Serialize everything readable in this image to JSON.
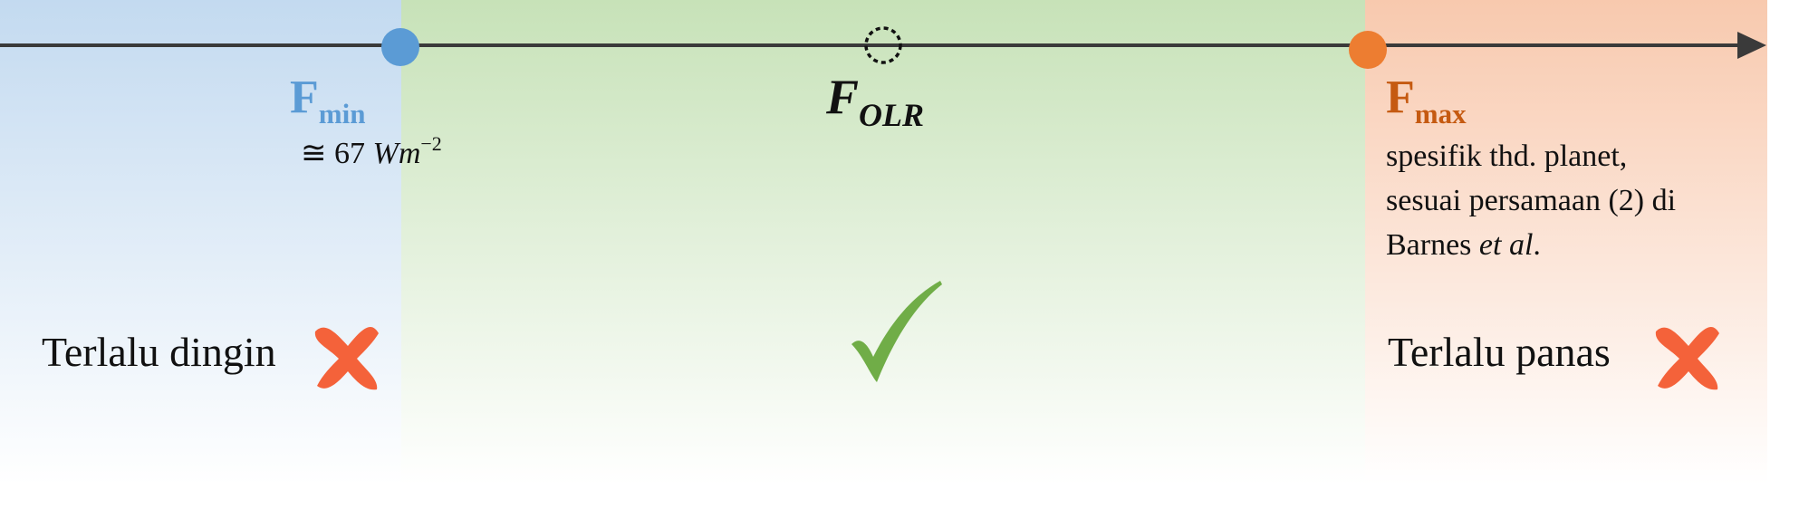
{
  "axis": {
    "fmin": {
      "symbol": "F",
      "subscript": "min",
      "value_prefix": "≅ 67 ",
      "unit": "Wm",
      "exponent": "−2"
    },
    "folr": {
      "symbol": "F",
      "subscript": "OLR"
    },
    "fmax": {
      "symbol": "F",
      "subscript": "max",
      "desc_line1": "spesifik thd. planet,",
      "desc_line2": "sesuai persamaan (2) di",
      "desc_line3_prefix": "Barnes ",
      "desc_line3_em": "et al",
      "desc_line3_suffix": "."
    }
  },
  "zones": {
    "cold": {
      "label": "Terlalu dingin"
    },
    "hot": {
      "label": "Terlalu panas"
    }
  },
  "colors": {
    "fmin": "#5b9bd5",
    "fmax": "#ed7d31",
    "check": "#70ad47",
    "cross": "#f4623a"
  },
  "icons": {
    "cold_zone": "cross-icon",
    "habitable_zone": "check-icon",
    "hot_zone": "cross-icon"
  }
}
